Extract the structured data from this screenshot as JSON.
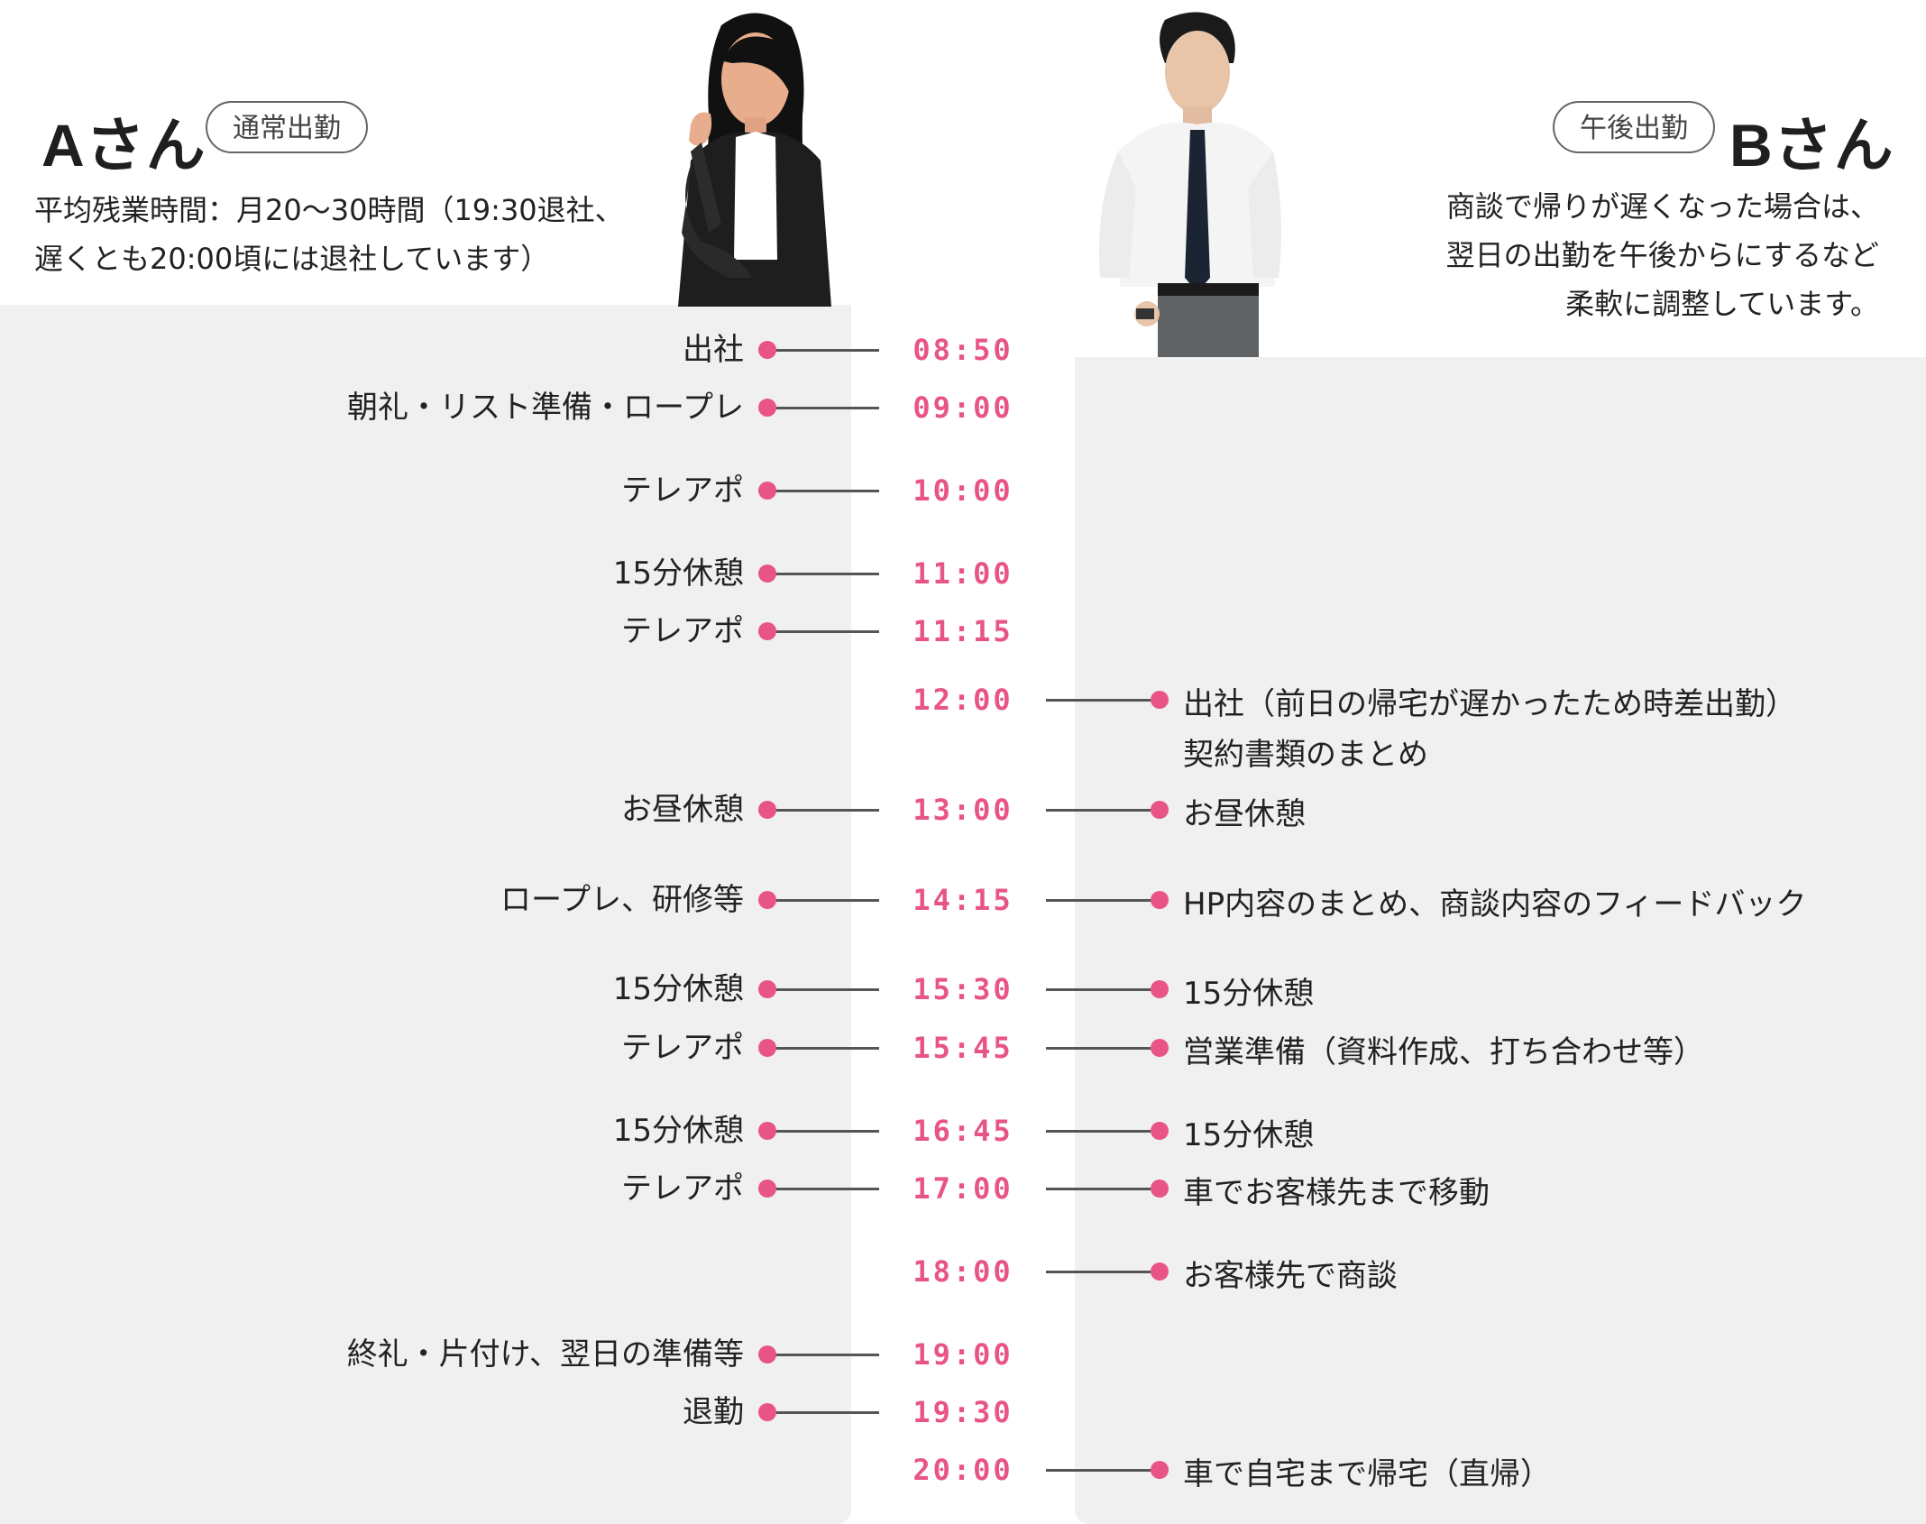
{
  "person_a": {
    "name": "Aさん",
    "badge": "通常出勤",
    "desc_line1": "平均残業時間：月20〜30時間（19:30退社、",
    "desc_line2": "遅くとも20:00頃には退社しています）"
  },
  "person_b": {
    "name": "Bさん",
    "badge": "午後出勤",
    "desc_line1": "商談で帰りが遅くなった場合は、",
    "desc_line2": "翌日の出勤を午後からにするなど",
    "desc_line3": "柔軟に調整しています。"
  },
  "accent_color": "#e85585",
  "schedule": [
    {
      "time": "08:50",
      "a": "出社",
      "b": ""
    },
    {
      "time": "09:00",
      "a": "朝礼・リスト準備・ロープレ",
      "b": ""
    },
    {
      "time": "10:00",
      "a": "テレアポ",
      "b": ""
    },
    {
      "time": "11:00",
      "a": "15分休憩",
      "b": ""
    },
    {
      "time": "11:15",
      "a": "テレアポ",
      "b": ""
    },
    {
      "time": "12:00",
      "a": "",
      "b": "出社（前日の帰宅が遅かったため時差出勤）",
      "b2": "契約書類のまとめ"
    },
    {
      "time": "13:00",
      "a": "お昼休憩",
      "b": "お昼休憩"
    },
    {
      "time": "14:15",
      "a": "ロープレ、研修等",
      "b": "HP内容のまとめ、商談内容のフィードバック"
    },
    {
      "time": "15:30",
      "a": "15分休憩",
      "b": "15分休憩"
    },
    {
      "time": "15:45",
      "a": "テレアポ",
      "b": "営業準備（資料作成、打ち合わせ等）"
    },
    {
      "time": "16:45",
      "a": "15分休憩",
      "b": "15分休憩"
    },
    {
      "time": "17:00",
      "a": "テレアポ",
      "b": "車でお客様先まで移動"
    },
    {
      "time": "18:00",
      "a": "",
      "b": "お客様先で商談"
    },
    {
      "time": "19:00",
      "a": "終礼・片付け、翌日の準備等",
      "b": ""
    },
    {
      "time": "19:30",
      "a": "退勤",
      "b": ""
    },
    {
      "time": "20:00",
      "a": "",
      "b": "車で自宅まで帰宅（直帰）"
    }
  ]
}
